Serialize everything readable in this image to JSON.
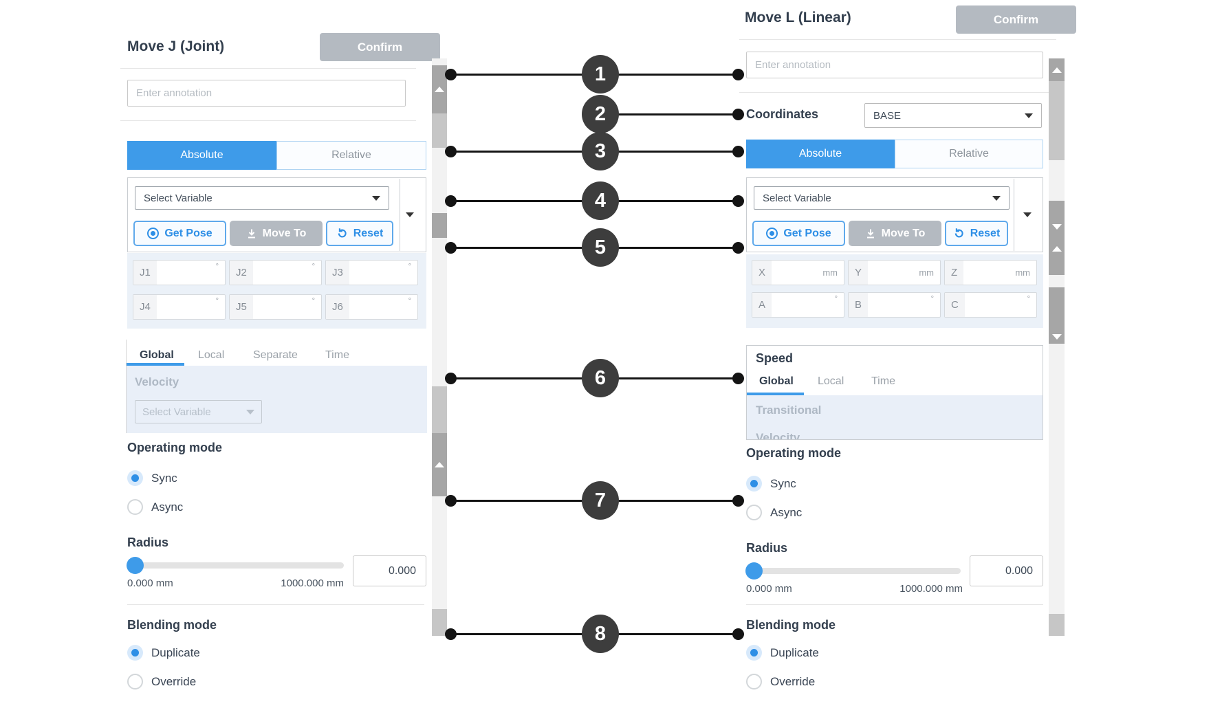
{
  "callouts": [
    "1",
    "2",
    "3",
    "4",
    "5",
    "6",
    "7",
    "8"
  ],
  "colors": {
    "accent_blue": "#3e9be9",
    "button_gray": "#b4bac1",
    "callout_dark": "#3d3d3d",
    "panel_text": "#333f4e",
    "muted_text": "#9aa1a8",
    "light_blue_bg": "#ebf1f8"
  },
  "left_panel": {
    "title": "Move J (Joint)",
    "confirm_label": "Confirm",
    "annotation_placeholder": "Enter annotation",
    "mode_tabs": {
      "absolute": "Absolute",
      "relative": "Relative"
    },
    "variable_box": {
      "select_placeholder": "Select Variable",
      "get_pose_label": "Get Pose",
      "move_to_label": "Move To",
      "reset_label": "Reset"
    },
    "joint_fields": [
      {
        "label": "J1",
        "unit": "°"
      },
      {
        "label": "J2",
        "unit": "°"
      },
      {
        "label": "J3",
        "unit": "°"
      },
      {
        "label": "J4",
        "unit": "°"
      },
      {
        "label": "J5",
        "unit": "°"
      },
      {
        "label": "J6",
        "unit": "°"
      }
    ],
    "speed_section": {
      "tabs": [
        "Global",
        "Local",
        "Separate",
        "Time"
      ],
      "active_tab": "Global",
      "velocity_label": "Velocity",
      "velocity_placeholder": "Select Variable"
    },
    "operating_mode": {
      "label": "Operating mode",
      "sync": "Sync",
      "async": "Async",
      "selected": "Sync"
    },
    "radius": {
      "label": "Radius",
      "min_label": "0.000 mm",
      "max_label": "1000.000 mm",
      "value": "0.000"
    },
    "blending": {
      "label": "Blending mode",
      "duplicate": "Duplicate",
      "override": "Override",
      "selected": "Duplicate"
    }
  },
  "right_panel": {
    "title": "Move L (Linear)",
    "confirm_label": "Confirm",
    "annotation_placeholder": "Enter annotation",
    "coordinates": {
      "label": "Coordinates",
      "value": "BASE"
    },
    "mode_tabs": {
      "absolute": "Absolute",
      "relative": "Relative"
    },
    "variable_box": {
      "select_placeholder": "Select Variable",
      "get_pose_label": "Get Pose",
      "move_to_label": "Move To",
      "reset_label": "Reset"
    },
    "pose_fields": [
      {
        "label": "X",
        "unit": "mm"
      },
      {
        "label": "Y",
        "unit": "mm"
      },
      {
        "label": "Z",
        "unit": "mm"
      },
      {
        "label": "A",
        "unit": "°"
      },
      {
        "label": "B",
        "unit": "°"
      },
      {
        "label": "C",
        "unit": "°"
      }
    ],
    "speed_section": {
      "title": "Speed",
      "tabs": [
        "Global",
        "Local",
        "Time"
      ],
      "active_tab": "Global",
      "transitional_label": "Transitional",
      "velocity_label": "Velocity"
    },
    "operating_mode": {
      "label": "Operating mode",
      "sync": "Sync",
      "async": "Async",
      "selected": "Sync"
    },
    "radius": {
      "label": "Radius",
      "min_label": "0.000 mm",
      "max_label": "1000.000 mm",
      "value": "0.000"
    },
    "blending": {
      "label": "Blending mode",
      "duplicate": "Duplicate",
      "override": "Override",
      "selected": "Duplicate"
    }
  }
}
